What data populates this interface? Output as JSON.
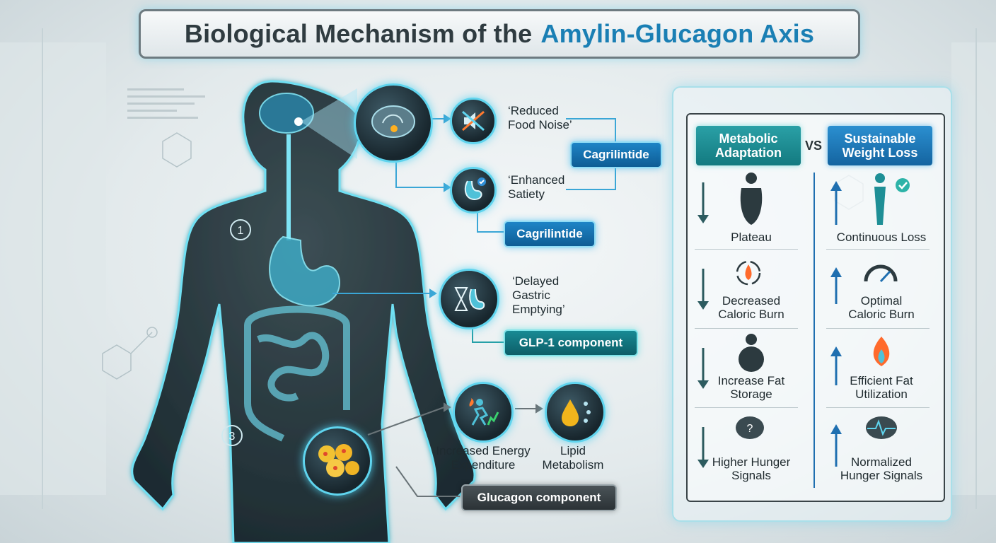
{
  "title": {
    "main": "Biological Mechanism of the",
    "accent": "Amylin-Glucagon Axis"
  },
  "steps": {
    "one": "1",
    "three": "3"
  },
  "brain": {
    "effect1": "‘Reduced\nFood Noise’",
    "effect2": "‘Enhanced\nSatiety",
    "tag_top": "Cagrilintide",
    "tag_bottom": "Cagrilintide"
  },
  "stomach": {
    "effect": "‘Delayed\nGastric\nEmptying’",
    "tag": "GLP-1 component"
  },
  "fat": {
    "effect1": "Increased Energy\nExpenditure",
    "effect2": "Lipid\nMetabolism",
    "tag": "Glucagon component"
  },
  "comparison": {
    "left_header": "Metabolic\nAdaptation",
    "vs": "VS",
    "right_header": "Sustainable\nWeight Loss",
    "left_items": [
      "Plateau",
      "Decreased\nCaloric Burn",
      "Increase Fat\nStorage",
      "Higher Hunger\nSignals"
    ],
    "right_items": [
      "Continuous Loss",
      "Optimal\nCaloric Burn",
      "Efficient Fat\nUtilization",
      "Normalized\nHunger Signals"
    ]
  },
  "colors": {
    "accent_blue": "#1a7fb4",
    "teal": "#137a80",
    "glow": "#5fd4ee",
    "down_arrow": "#2c5b5f",
    "up_arrow": "#1f6fb0"
  },
  "icons": {
    "food_noise": "muted-speaker-icon",
    "satiety": "stomach-check-icon",
    "gastric": "hourglass-stomach-icon",
    "energy": "runner-flame-icon",
    "lipid": "oil-drop-icon",
    "plateau": "person-stressed-icon",
    "caloric_down": "flame-cycle-icon",
    "fat_storage": "obese-person-icon",
    "hunger_high": "brain-question-icon",
    "continuous": "slim-person-check-icon",
    "caloric_opt": "gauge-icon",
    "fat_util": "flame-icon",
    "hunger_norm": "brain-pulse-icon"
  }
}
